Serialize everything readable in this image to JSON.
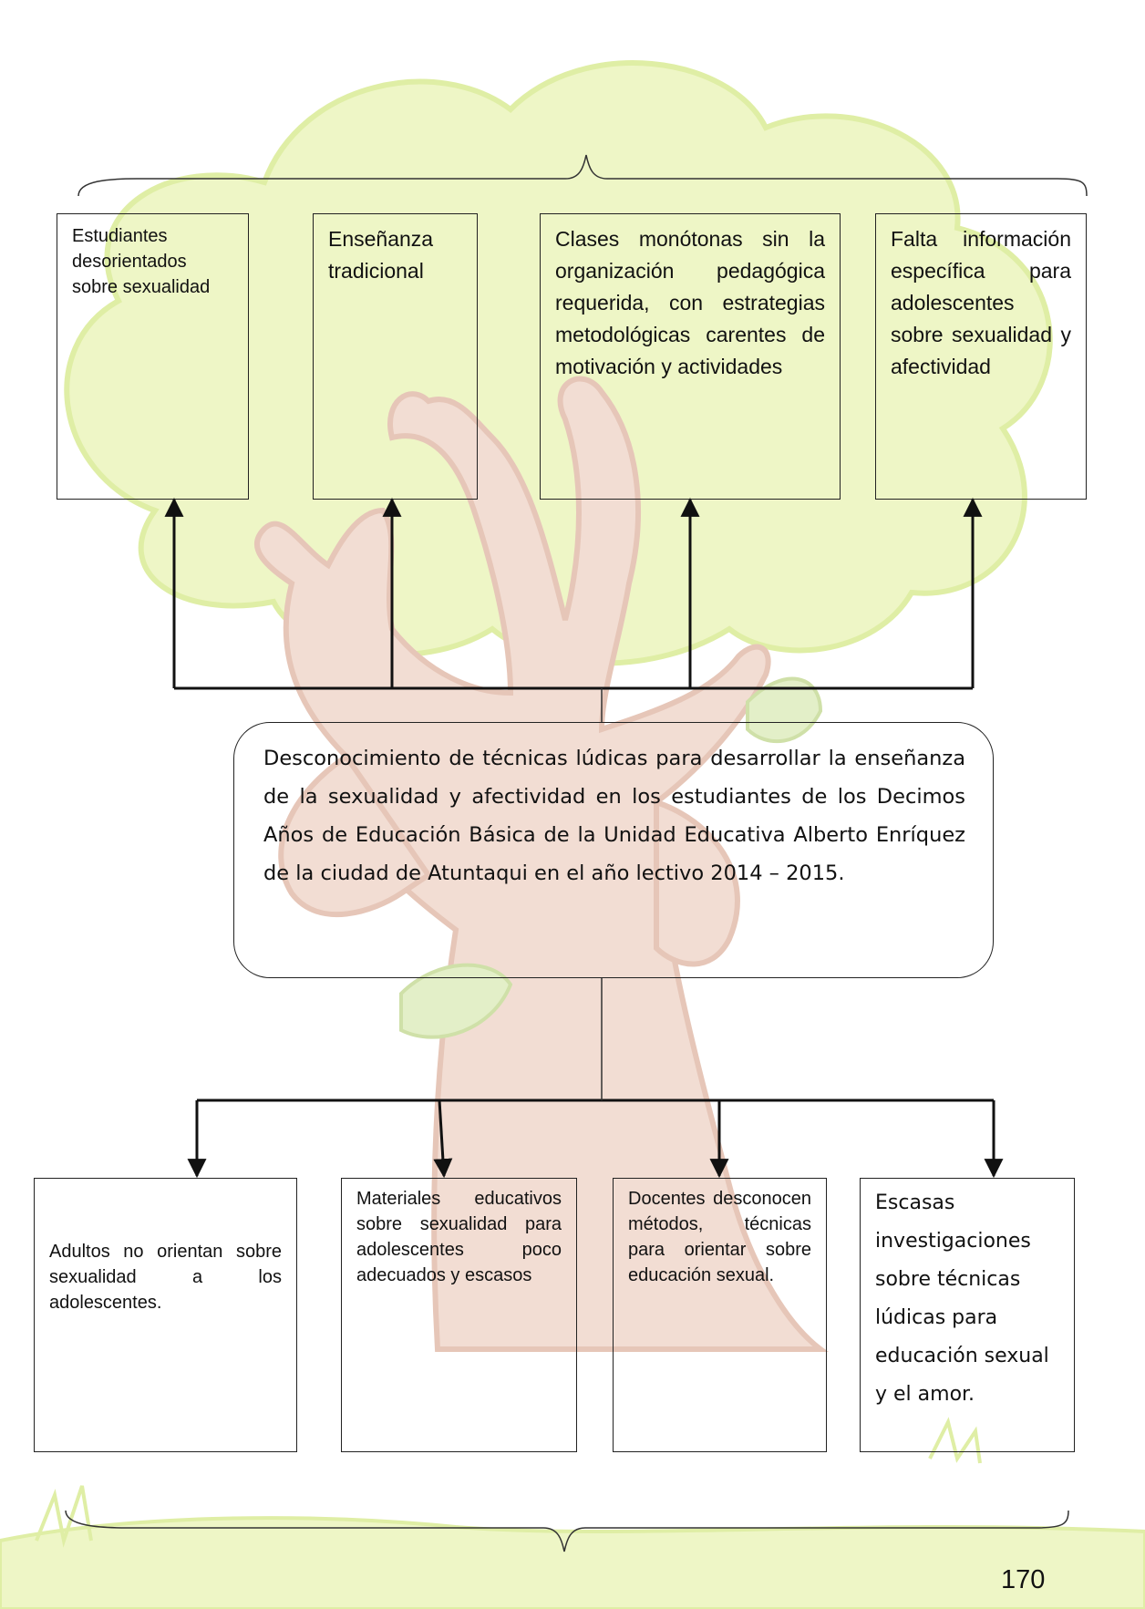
{
  "effects": [
    {
      "text": "Estudiantes desorientados sobre sexualidad"
    },
    {
      "text": "Enseñanza tradicional"
    },
    {
      "text": "Clases monótonas sin la organización pedagógica requerida, con estrategias metodológicas carentes de motivación y actividades"
    },
    {
      "text": "Falta información específica para adolescentes sobre sexualidad y afectividad"
    }
  ],
  "central_problem": "Desconocimiento de técnicas lúdicas para desarrollar la enseñanza de la sexualidad y afectividad en los estudiantes de los Decimos Años de Educación Básica de la Unidad Educativa Alberto Enríquez de la ciudad de Atuntaqui en el año lectivo 2014 – 2015.",
  "causes": [
    {
      "text": "Adultos no orientan sobre sexualidad a los adolescentes."
    },
    {
      "text": "Materiales educativos sobre sexualidad para adolescentes poco adecuados y escasos"
    },
    {
      "text": "Docentes desconocen métodos, técnicas para orientar sobre educación sexual."
    },
    {
      "text": "Escasas investigaciones sobre técnicas lúdicas para educación sexual y el amor."
    }
  ],
  "page_number": "170",
  "colors": {
    "canopy": "#eef6c6",
    "canopy_edge": "#dfeea5",
    "trunk": "#f2ddd3",
    "trunk_edge": "#e6c6b8",
    "leaf": "#e3efc8",
    "lines": "#111111"
  }
}
